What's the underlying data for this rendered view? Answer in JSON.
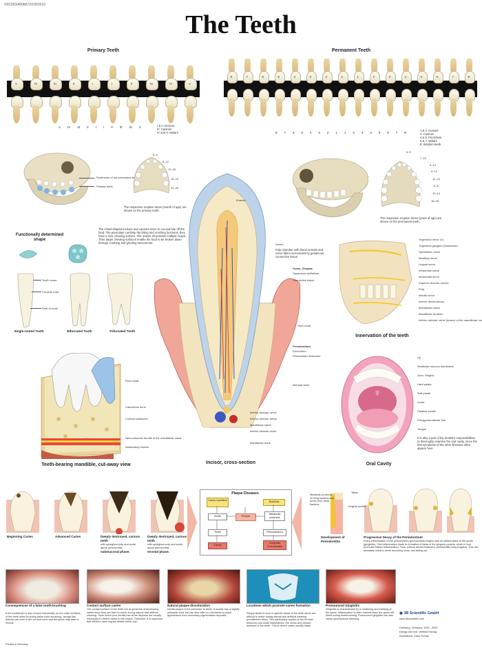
{
  "header": {
    "code": "VR1263/4006672/1001510",
    "title": "The Teeth"
  },
  "primary": {
    "title": "Primary Teeth",
    "labels": [
      "V",
      "IV",
      "III",
      "II",
      "I",
      "I",
      "II",
      "III",
      "IV",
      "V"
    ],
    "legend": [
      "I & II: Incisors",
      "III: Canines",
      "IV and V: Molars"
    ]
  },
  "permanent": {
    "title": "Permanent Teeth",
    "labels": [
      "8",
      "7",
      "6",
      "5",
      "4",
      "3",
      "2",
      "1",
      "1",
      "2",
      "3",
      "4",
      "5",
      "6",
      "7",
      "8"
    ],
    "legend": [
      "1 & 2: Incisors",
      "3: Canines",
      "4 & 5: Premolars",
      "6 & 7: Molars",
      "8: Wisdom teeth"
    ]
  },
  "primary_skull": {
    "labels": [
      "Rudiments of the permanent teeth",
      "Primary teeth"
    ],
    "eruption": [
      "6–8",
      "8–12",
      "12–16",
      "15–20",
      "20–40"
    ],
    "note": "The respective eruption times (month of age) are shown on the primary teeth."
  },
  "permanent_skull": {
    "eruption": [
      "6–9",
      "7–10",
      "9–14",
      "9–13",
      "11–14",
      "6–8",
      "10–14",
      "16–30"
    ],
    "note": "The respective eruption times (years of age) are shown on the permanent teeth."
  },
  "shape": {
    "title": "Functionally determined shape",
    "text": "The chisel-shaped incisors and canines serve to cut and bite off the food. The premolars combine the biting and crushing functions; they have a max chewing surface. The molars all possess multiple cusps. Their larger chewing surfaces enable the food to be broken down through crushing and grinding movements."
  },
  "roots": {
    "labels": [
      "Tooth crown",
      "Cervical zone",
      "Root of tooth"
    ],
    "types": [
      "Single-rooted Tooth",
      "Bifurcated Tooth",
      "Trifurcated Tooth"
    ]
  },
  "incisor": {
    "title": "Incisor, cross-section",
    "labels": [
      "Enamel",
      "Dentin",
      "Pulp chamber with blood vessels and nerve fibers surrounded by gelatinous connective tissue",
      "Gums, Gingiva:",
      "Squamous epithelium",
      "Connective tissue",
      "Root canal",
      "Periodontium:",
      "Cementum",
      "Periodontal membrane",
      "Alveolar bone",
      "Inferior alveolar nerve",
      "Inferior alveolar artery",
      "Mandibular canal",
      "Inferior alveolar veins",
      "Mandibular bone"
    ]
  },
  "innervation": {
    "title": "Innervation of the teeth",
    "labels": [
      "Trigeminal nerve (V)",
      "Trigeminal ganglion (Gasserian)",
      "Ophthalmic nerve",
      "Maxillary nerve",
      "Lingual nerve",
      "Infraorbital canal",
      "Infraorbital nerve",
      "Superior alveolar nerves",
      "Pulp",
      "Mental nerve",
      "Inferior dental plexus",
      "Mandibular canal",
      "Mandibular foramen",
      "Inferior alveolar nerve (branch of the mandibular nerve)"
    ]
  },
  "mandible": {
    "title": "Teeth-bearing mandible, cut-away view",
    "labels": [
      "Root canal",
      "Cancellous bone",
      "Cortical substance",
      "Neurovascular bundle in the mandibular canal",
      "Masticatory muscle"
    ]
  },
  "oral": {
    "title": "Oral Cavity",
    "labels": [
      "Lip",
      "Vestibular mucous membrane",
      "Gum, Gingiva",
      "Hard palate",
      "Soft palate",
      "Uvula",
      "Palatine tonsils",
      "Pterygomandibular fold",
      "Tongue"
    ],
    "note": "It is also a part of the dentist's responsibilities to thoroughly examine the oral cavity, since the first symptoms of the other illnesses often appear here."
  },
  "caries": {
    "stages": [
      {
        "title": "Beginning Caries",
        "text": ""
      },
      {
        "title": "Advanced Caries",
        "text": ""
      },
      {
        "title": "Deeply destroyed, carious teeth",
        "text": "with spongious pulp and acute apical periodontitis,",
        "tail": "submucosal phase."
      },
      {
        "title": "Deeply destroyed, carious teeth",
        "text": "with spongious pulp and acute apical periodontitis,",
        "tail": "enostal phase."
      }
    ]
  },
  "plaque": {
    "title": "Plaque Diseases",
    "boxes": [
      "Carbo-hydrates",
      "Bacteria",
      "Acids",
      "Plaque",
      "Metabolic products",
      "Tooth",
      "Periodontium",
      "Caries",
      "Gingivitis Periodontitis"
    ]
  },
  "periodontal": {
    "labels": [
      "Metabolic products of living bacteria and toxins from dead bacteria",
      "Tartar",
      "Gingival pocket"
    ],
    "dev": "Development of Periodontitis",
    "prog_title": "Progressive Decay of the Periodontium",
    "prog_text": "Every inflammation of the periodontium (periodontitis) begins with an inflammation of the gums (gingivitis). This inflammation leads to formation of tartar in the gingival pockets, which in turn promotes further inflammation. Thus, without dental treatment, periodontitis may progress. This can ultimately result in teeth becoming loose and falling out."
  },
  "photos": [
    {
      "title": "Consequences of a false tooth-brushing",
      "text": "If the toothbrush is also moved horizontally on the outer surfaces of the teeth when brushing (false tooth-brushing), wedge-like defects can form in the cervical zone and the gums may start to recede."
    },
    {
      "title": "Contact surface caries",
      "text": "The contact surface of the teeth are at great risk of developing caries since they are hard to reach during natural and artificial cleaning. Tools which your dentist has at his disposal are usually necessary to detect caries in this region. Therefore, it is important that children have regular dental check-ups."
    },
    {
      "title": "Natural plaque discoloration",
      "text": "Dental plaque is the precursor to tartar. It usually has a slightly yellowish color but can also take on a brownish to black appearance from secondary pigmentation deposits."
    },
    {
      "title": "Locations which promote caries formation",
      "text": "Plaque tends to form in specific areas of the teeth which are difficult to reach during natural and artificial cleaning (predilection sites). This particularly applies to the furrows (fissures) and small indentations, the necks and contact surfaces of the teeth. This is where caries usually starts."
    },
    {
      "title": "Pronounced Gingivitis",
      "text": "Gingivitis is characterized by a reddening and swelling of the gums. Inflammation is often noticed when the gums will bleed during toothbrushing. Pronounced gingivitis can also cause spontaneous bleeding."
    }
  ],
  "footer": {
    "brand": "3B Scientific GmbH",
    "url": "www.3bscientific.com",
    "city": "Hamburg, Germany, 1992 - 2000",
    "design": "Design and text: Wilfried Herwig",
    "illus": "Illustrations: Eddo Schutz",
    "printed": "Printed in Germany"
  }
}
